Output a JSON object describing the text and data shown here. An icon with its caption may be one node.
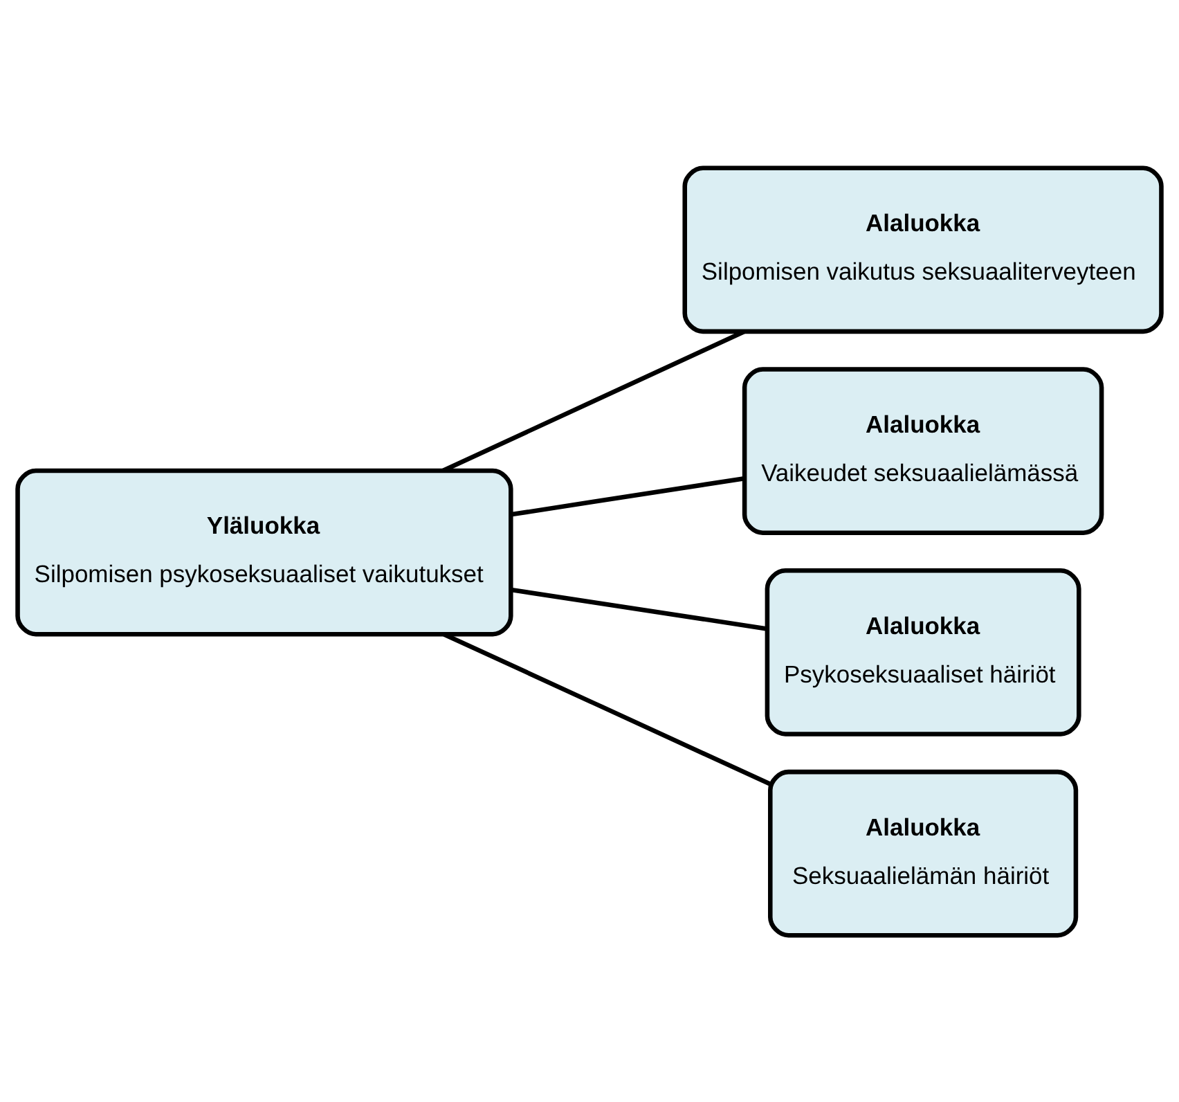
{
  "diagram": {
    "nodes": [
      {
        "text": [
          "Yläluokka",
          "Silpomisen psykoseksuaaliset vaikutukset"
        ]
      },
      {
        "text": [
          "Alaluokka",
          "Silpomisen vaikutus seksuaaliterveyteen"
        ]
      },
      {
        "text": [
          "Alaluokka",
          "Vaikeudet seksuaalielämässä"
        ]
      },
      {
        "text": [
          "Alaluokka",
          "Psykoseksuaaliset häiriöt"
        ]
      },
      {
        "text": [
          "Alaluokka",
          "Seksuaalielämän häiriöt"
        ]
      }
    ],
    "edges": [
      {
        "from": 0,
        "to": 1,
        "arrow": "none"
      },
      {
        "from": 0,
        "to": 2,
        "arrow": "none"
      },
      {
        "from": 0,
        "to": 3,
        "arrow": "none"
      },
      {
        "from": 0,
        "to": 4,
        "arrow": "none"
      }
    ]
  }
}
